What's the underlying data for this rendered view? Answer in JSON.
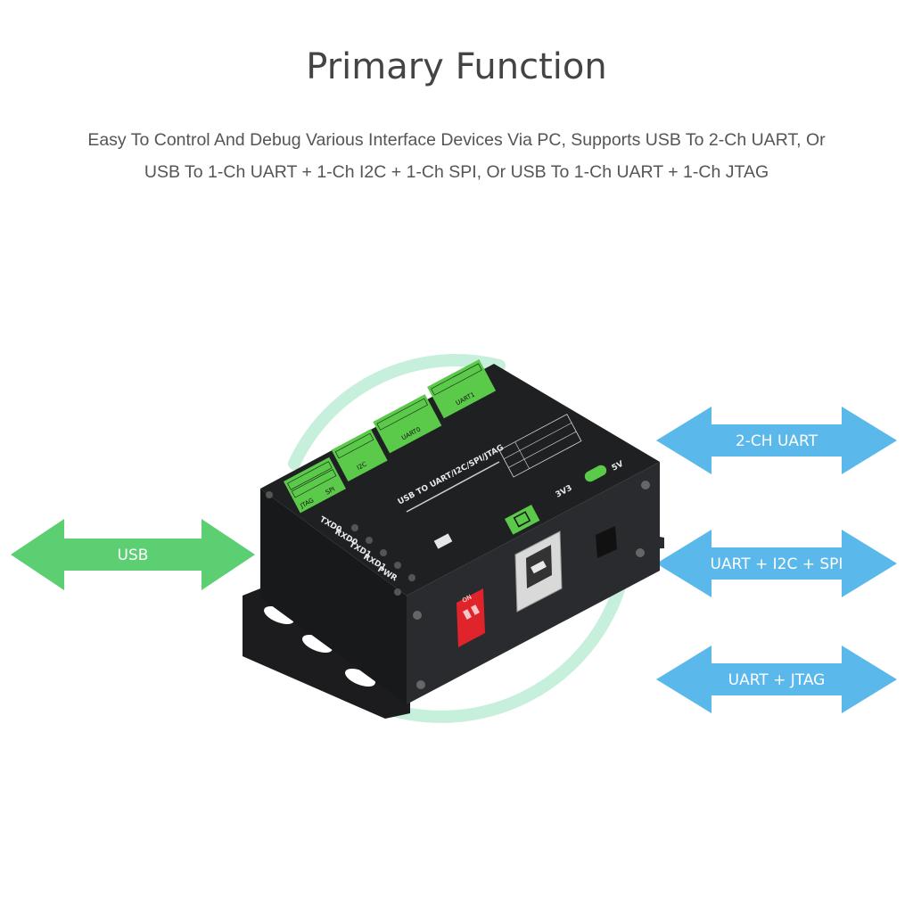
{
  "title": "Primary Function",
  "description": [
    "Easy To Control And Debug Various Interface Devices Via PC, Supports USB To 2-Ch UART, Or",
    "USB To 1-Ch UART + 1-Ch I2C + 1-Ch SPI, Or USB To 1-Ch UART + 1-Ch JTAG"
  ],
  "arrows": {
    "usb": "USB",
    "modes": [
      "2-CH UART",
      "UART + I2C + SPI",
      "UART + JTAG"
    ]
  },
  "device": {
    "top_label": "USB TO UART/I2C/SPI/JTAG",
    "leds": [
      "TXD0",
      "RXD0",
      "TXD1",
      "RXD1",
      "PWR"
    ],
    "switch_labels": [
      "3V3",
      "5V"
    ],
    "headers": [
      "UART1",
      "UART0",
      "I2C",
      "SPI",
      "JTAG"
    ],
    "dip_label": "ON"
  },
  "colors": {
    "usb_arrow": "#5bcf72",
    "mode_arrow": "#5ab8ea",
    "device_body": "#222325",
    "header_green": "#5bc94a",
    "dip_red": "#e0242c"
  }
}
